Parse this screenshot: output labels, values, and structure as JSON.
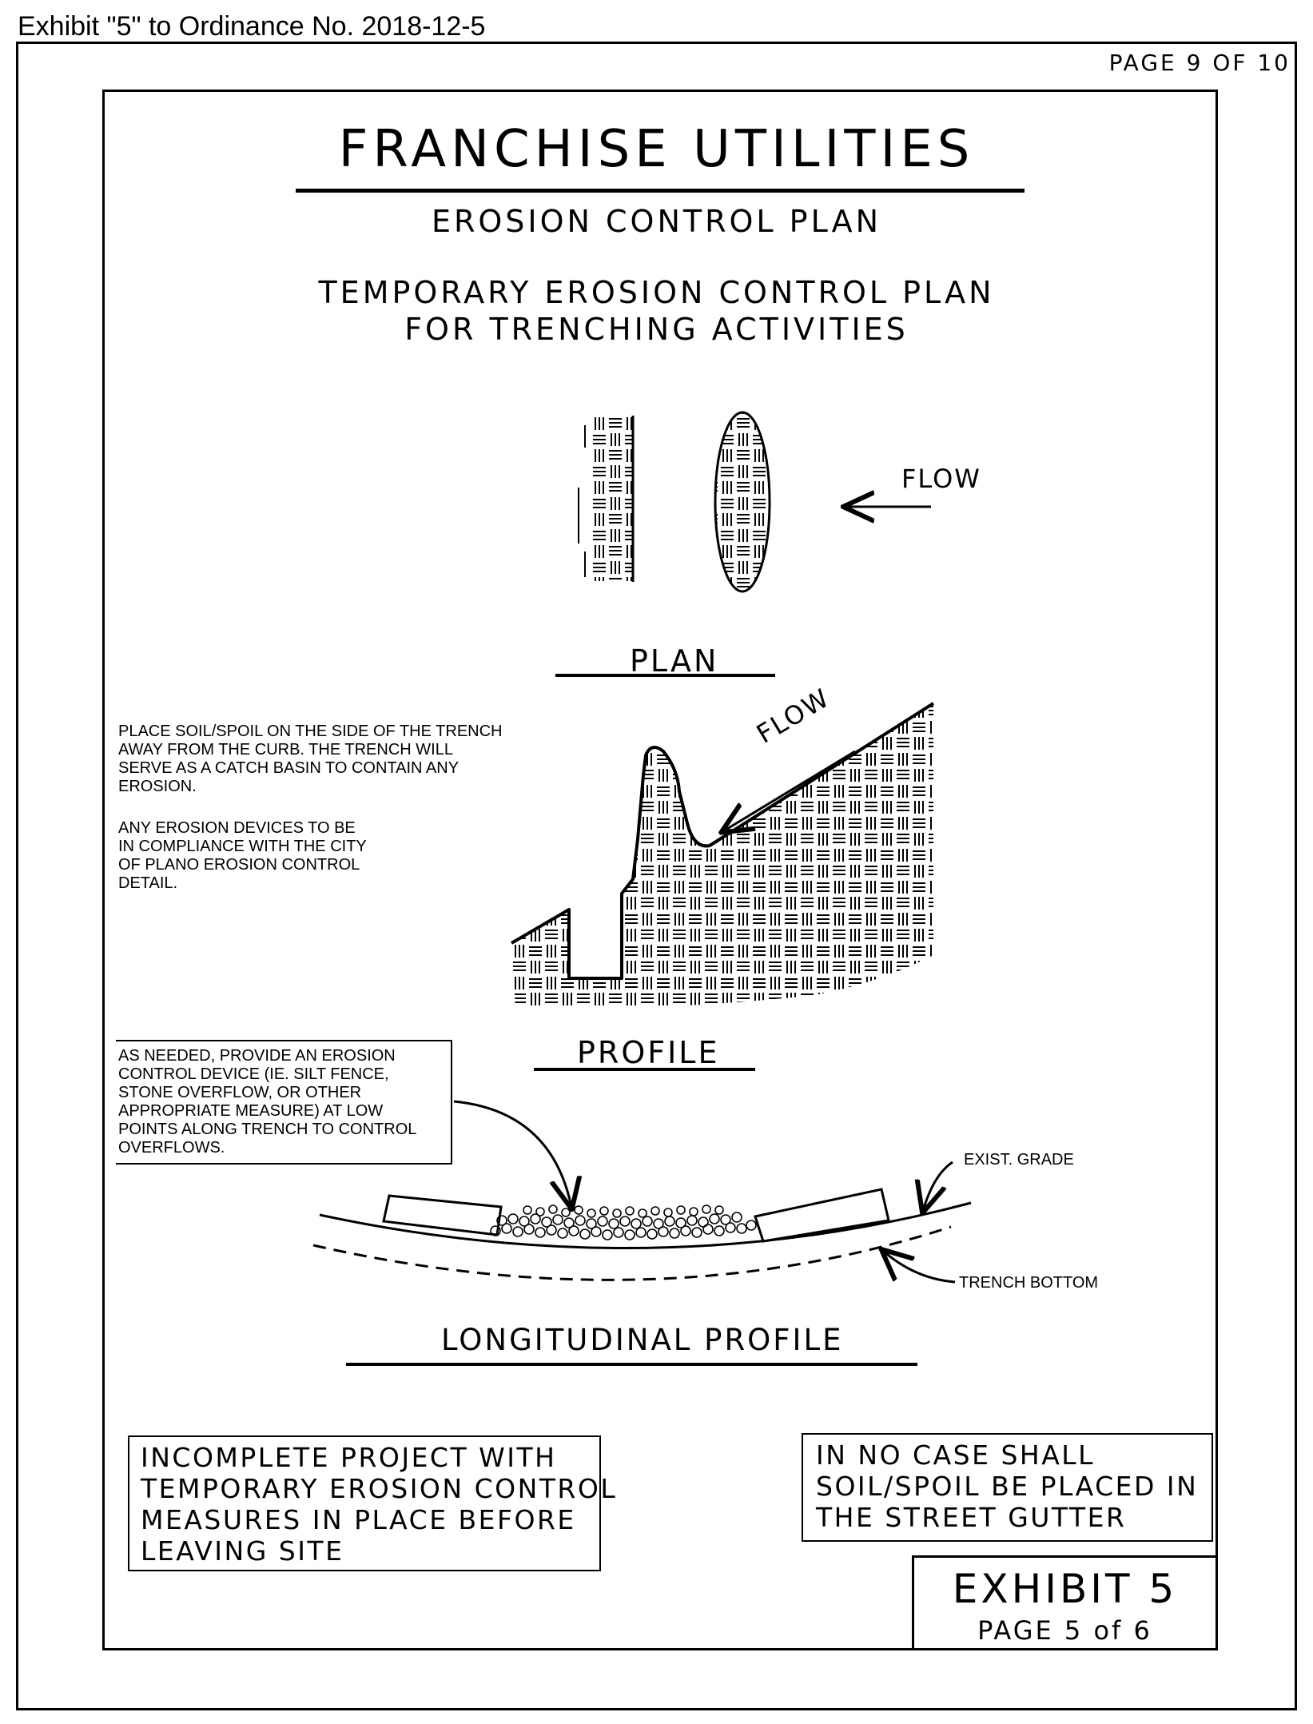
{
  "header": "Exhibit \"5\" to Ordinance No. 2018-12-5",
  "page_indicator": "PAGE 9 OF 10",
  "title": "FRANCHISE UTILITIES",
  "subtitle": "EROSION CONTROL PLAN",
  "heading_line1": "TEMPORARY EROSION CONTROL PLAN",
  "heading_line2": "FOR TRENCHING ACTIVITIES",
  "plan": {
    "flow_label": "FLOW",
    "caption": "PLAN"
  },
  "profile": {
    "flow_label": "FLOW",
    "caption": "PROFILE",
    "note1": "PLACE SOIL/SPOIL ON THE SIDE OF THE TRENCH\nAWAY FROM THE CURB. THE TRENCH WILL\nSERVE AS A CATCH BASIN TO CONTAIN ANY\nEROSION.",
    "note2": "ANY EROSION DEVICES TO BE\nIN COMPLIANCE WITH THE CITY\nOF PLANO EROSION CONTROL\nDETAIL."
  },
  "longitudinal": {
    "note": "AS NEEDED, PROVIDE AN EROSION\nCONTROL DEVICE (IE. SILT FENCE,\nSTONE OVERFLOW, OR OTHER\nAPPROPRIATE MEASURE) AT LOW\nPOINTS ALONG TRENCH TO CONTROL\nOVERFLOWS.",
    "exist_grade": "EXIST. GRADE",
    "trench_bottom": "TRENCH BOTTOM",
    "caption": "LONGITUDINAL PROFILE"
  },
  "box_left": "INCOMPLETE PROJECT WITH\nTEMPORARY EROSION CONTROL\nMEASURES IN PLACE BEFORE\nLEAVING SITE",
  "box_right": "IN NO CASE SHALL\nSOIL/SPOIL BE PLACED IN\nTHE STREET GUTTER",
  "exhibit": {
    "title": "EXHIBIT 5",
    "page": "PAGE 5 of 6"
  }
}
